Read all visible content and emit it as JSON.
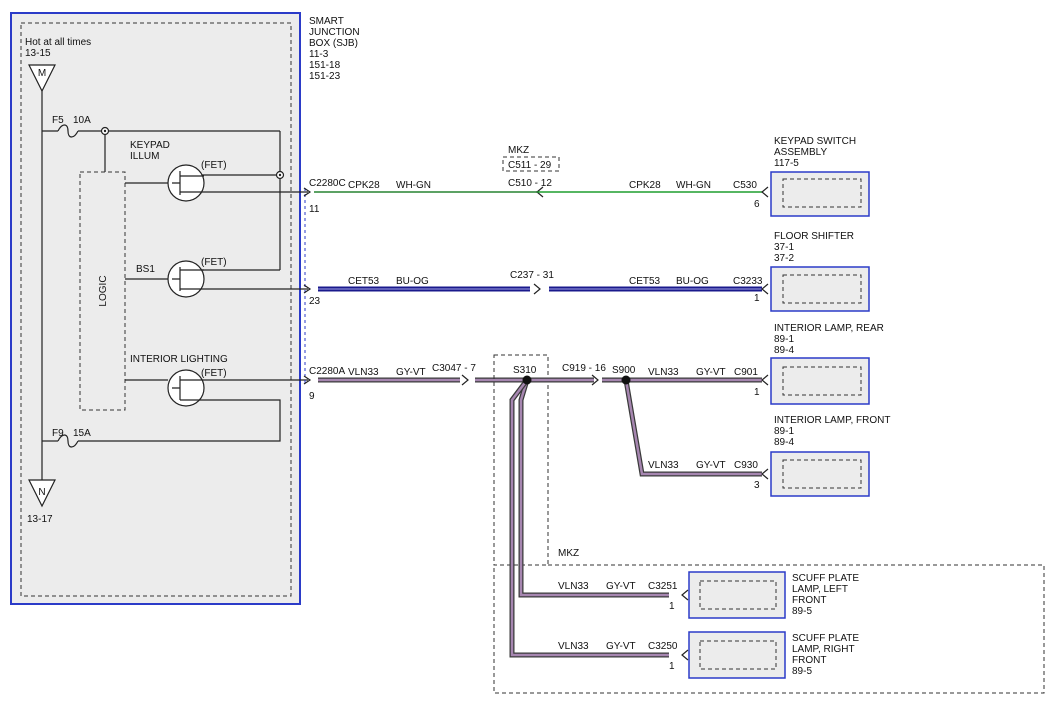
{
  "colors": {
    "module_border": "#2b3bc8",
    "module_fill": "#ececec",
    "wire_green": "#1e9e2e",
    "wire_blue": "#1a1a8c",
    "wire_violet": "#a686b0",
    "wire_dark": "#3a3a3a"
  },
  "sjb": {
    "title": [
      "SMART",
      "JUNCTION",
      "BOX (SJB)",
      "11-3",
      "151-18",
      "151-23"
    ],
    "hot_label": "Hot at all times",
    "hot_ref": "13-15",
    "bus_top": "M",
    "bus_bottom": "N",
    "bus_bottom_ref": "13-17",
    "fuse_f5": "F5",
    "fuse_f5_rating": "10A",
    "fuse_f9": "F9",
    "fuse_f9_rating": "15A",
    "logic_label": "LOGIC",
    "keypad_illum": [
      "KEYPAD",
      "ILLUM"
    ],
    "bs1": "BS1",
    "interior_lighting": "INTERIOR LIGHTING",
    "fet": "(FET)"
  },
  "circuits": {
    "c1": {
      "connector": "C2280C",
      "pin": "11",
      "circuit": "CPK28",
      "color": "WH-GN",
      "inline_connector": "C510 - 12",
      "inline_option_label": "MKZ",
      "inline_option_connector": "C511 - 29",
      "circuit_right": "CPK28",
      "color_right": "WH-GN",
      "dest_connector": "C530",
      "dest_pin": "6"
    },
    "c2": {
      "pin": "23",
      "circuit": "CET53",
      "color": "BU-OG",
      "inline_connector": "C237 - 31",
      "circuit_right": "CET53",
      "color_right": "BU-OG",
      "dest_connector": "C3233",
      "dest_pin": "1"
    },
    "c3": {
      "connector": "C2280A",
      "pin": "9",
      "circuit": "VLN33",
      "color": "GY-VT",
      "inline1": "C3047 - 7",
      "splice1": "S310",
      "inline2": "C919 - 16",
      "splice2": "S900",
      "rear_circuit": "VLN33",
      "rear_color": "GY-VT",
      "rear_connector": "C901",
      "rear_pin": "1",
      "front_circuit": "VLN33",
      "front_color": "GY-VT",
      "front_connector": "C930",
      "front_pin": "3",
      "mkz_label": "MKZ",
      "scuff_left_circuit": "VLN33",
      "scuff_left_color": "GY-VT",
      "scuff_left_connector": "C3251",
      "scuff_left_pin": "1",
      "scuff_right_circuit": "VLN33",
      "scuff_right_color": "GY-VT",
      "scuff_right_connector": "C3250",
      "scuff_right_pin": "1"
    }
  },
  "components": {
    "keypad_switch": [
      "KEYPAD SWITCH",
      "ASSEMBLY",
      "117-5"
    ],
    "floor_shifter": [
      "FLOOR SHIFTER",
      "37-1",
      "37-2"
    ],
    "lamp_rear": [
      "INTERIOR LAMP, REAR",
      "89-1",
      "89-4"
    ],
    "lamp_front": [
      "INTERIOR LAMP, FRONT",
      "89-1",
      "89-4"
    ],
    "scuff_left": [
      "SCUFF PLATE",
      "LAMP, LEFT",
      "FRONT",
      "89-5"
    ],
    "scuff_right": [
      "SCUFF PLATE",
      "LAMP, RIGHT",
      "FRONT",
      "89-5"
    ]
  }
}
